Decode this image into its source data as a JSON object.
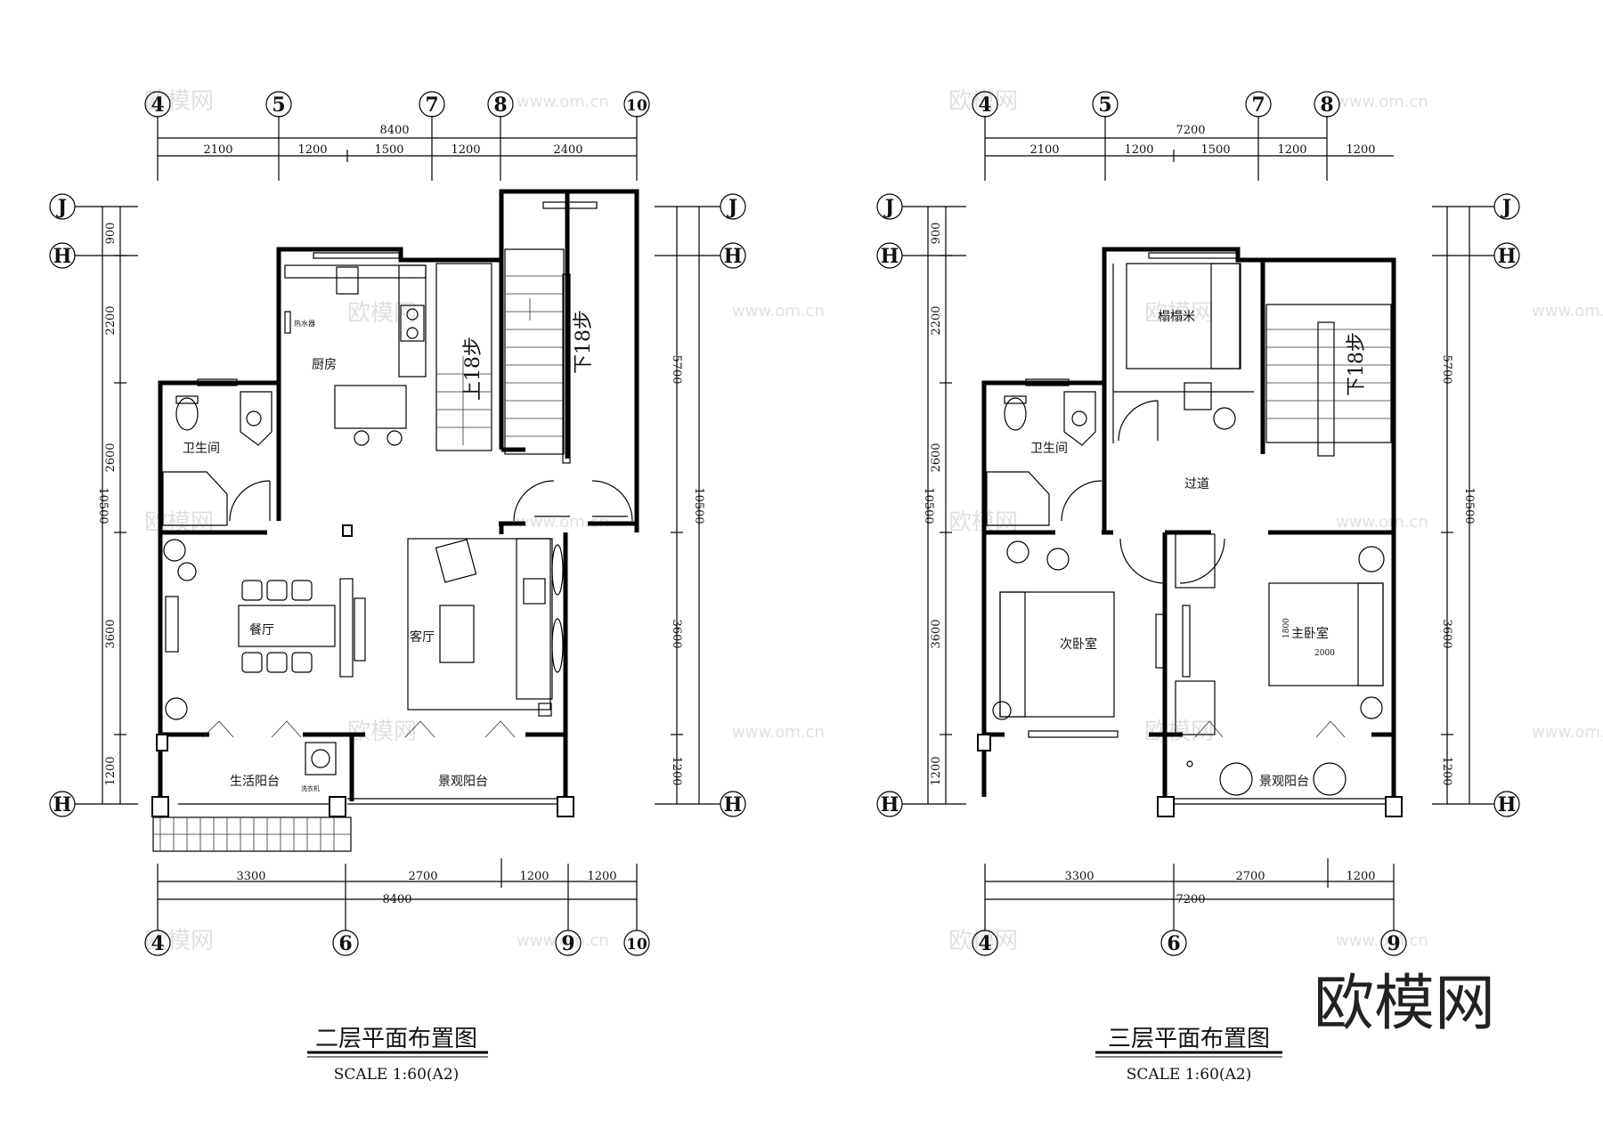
{
  "plans": [
    {
      "title": "二层平面布置图",
      "scale": "SCALE   1:60(A2)",
      "top_grid": [
        "4",
        "5",
        "7",
        "8",
        "10"
      ],
      "bottom_grid": [
        "4",
        "6",
        "9",
        "10"
      ],
      "side_grid": [
        "J",
        "H",
        "H"
      ],
      "top_total": "8400",
      "top_dims": [
        "2100",
        "1200",
        "1500",
        "1200",
        "2400"
      ],
      "bottom_dims": [
        "3300",
        "2700",
        "1200",
        "1200"
      ],
      "bottom_total": "8400",
      "left_dims": [
        "900",
        "2200",
        "2600",
        "3600",
        "1200"
      ],
      "left_total": "10500",
      "right_dims": [
        "5700",
        "3600",
        "1200"
      ],
      "right_total": "10500",
      "rooms": {
        "kitchen": "厨房",
        "bathroom": "卫生间",
        "dining": "餐厅",
        "living": "客厅",
        "service_balcony": "生活阳台",
        "view_balcony": "景观阳台",
        "water_heater": "热水器",
        "washer": "洗衣机"
      },
      "stairs": {
        "up": "上18步",
        "down": "下18步"
      }
    },
    {
      "title": "三层平面布置图",
      "scale": "SCALE   1:60(A2)",
      "top_grid": [
        "4",
        "5",
        "7",
        "8"
      ],
      "bottom_grid": [
        "4",
        "6",
        "9"
      ],
      "side_grid": [
        "J",
        "H",
        "H"
      ],
      "top_total": "7200",
      "top_dims": [
        "2100",
        "1200",
        "1500",
        "1200",
        "1200"
      ],
      "bottom_dims": [
        "3300",
        "2700",
        "1200"
      ],
      "bottom_total": "7200",
      "left_dims": [
        "900",
        "2200",
        "2600",
        "3600",
        "1200"
      ],
      "left_total": "10500",
      "right_dims": [
        "5700",
        "3600",
        "1200"
      ],
      "right_total": "10500",
      "rooms": {
        "tatami": "榻榻米",
        "bathroom": "卫生间",
        "corridor": "过道",
        "second_bedroom": "次卧室",
        "master_bedroom": "主卧室",
        "view_balcony": "景观阳台"
      },
      "bed_dims": {
        "w": "1800",
        "l": "2000"
      },
      "stairs": {
        "down": "下18步"
      }
    }
  ],
  "watermark": {
    "text": "欧模网",
    "url": "www.om.cn"
  },
  "logo": "欧模网",
  "colors": {
    "line": "#000000",
    "watermark": "#bbbbbb"
  }
}
